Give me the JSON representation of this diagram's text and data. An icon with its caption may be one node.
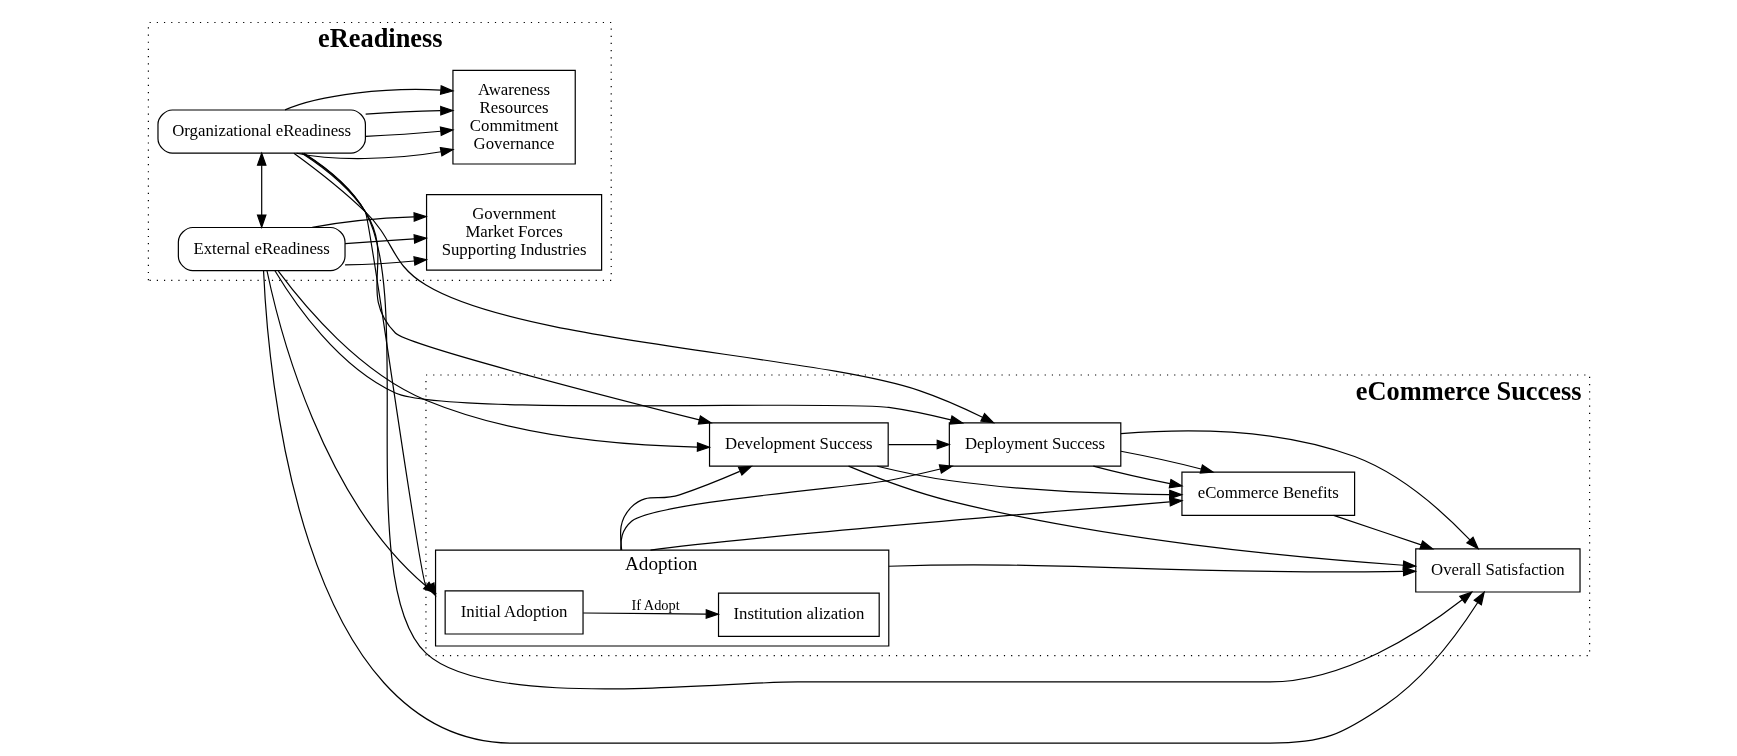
{
  "diagram": {
    "nodes": [
      {
        "text": [
          "eReadiness"
        ]
      },
      {
        "text": [
          "Awareness",
          "Resources",
          "Commitment",
          "Governance"
        ],
        "in": 0
      },
      {
        "text": [
          "Organizational eReadiness"
        ],
        "in": 0
      },
      {
        "text": [
          "Government",
          "Market Forces",
          "Supporting Industries"
        ],
        "in": 0
      },
      {
        "text": [
          "External eReadiness"
        ],
        "in": 0
      },
      {
        "text": [
          "eCommerce Success"
        ]
      },
      {
        "text": [
          "Adoption"
        ],
        "in": 5
      },
      {
        "text": [
          "Initial Adoption"
        ],
        "in": 6
      },
      {
        "text": [
          "Institution alization"
        ],
        "in": 6
      },
      {
        "text": [
          "Development Success"
        ],
        "in": 5
      },
      {
        "text": [
          "Deployment Success"
        ],
        "in": 5
      },
      {
        "text": [
          "eCommerce Benefits"
        ],
        "in": 5
      },
      {
        "text": [
          "Overall Satisfaction"
        ],
        "in": 5
      }
    ],
    "edges": [
      {
        "from": 2,
        "to": 1,
        "arrow": "to"
      },
      {
        "from": 2,
        "to": 1,
        "arrow": "to"
      },
      {
        "from": 2,
        "to": 1,
        "arrow": "to"
      },
      {
        "from": 2,
        "to": 1,
        "arrow": "to"
      },
      {
        "from": 2,
        "to": 4,
        "arrow": "both"
      },
      {
        "from": 4,
        "to": 3,
        "arrow": "to"
      },
      {
        "from": 4,
        "to": 3,
        "arrow": "to"
      },
      {
        "from": 4,
        "to": 3,
        "arrow": "to"
      },
      {
        "from": 2,
        "to": 6,
        "arrow": "to"
      },
      {
        "from": 2,
        "to": 9,
        "arrow": "to"
      },
      {
        "from": 4,
        "to": 6,
        "arrow": "to"
      },
      {
        "from": 4,
        "to": 9,
        "arrow": "to"
      },
      {
        "from": 7,
        "to": 8,
        "arrow": "to",
        "label": "If Adopt"
      },
      {
        "from": 6,
        "to": 9,
        "arrow": "to"
      },
      {
        "from": 9,
        "to": 10,
        "arrow": "to"
      },
      {
        "from": 10,
        "to": 11,
        "arrow": "to"
      },
      {
        "from": 11,
        "to": 12,
        "arrow": "to"
      },
      {
        "from": 2,
        "to": 10,
        "arrow": "to"
      },
      {
        "from": 2,
        "to": 12,
        "arrow": "to"
      },
      {
        "from": 6,
        "to": 10,
        "arrow": "to"
      },
      {
        "from": 6,
        "to": 11,
        "arrow": "to"
      },
      {
        "from": 6,
        "to": 12,
        "arrow": "to"
      },
      {
        "from": 10,
        "to": 11,
        "arrow": "to"
      },
      {
        "from": 10,
        "to": 12,
        "arrow": "to"
      },
      {
        "from": 9,
        "to": 11,
        "arrow": "to"
      },
      {
        "from": 9,
        "to": 12,
        "arrow": "to"
      },
      {
        "from": 4,
        "to": 10,
        "arrow": "to"
      },
      {
        "from": 4,
        "to": 12,
        "arrow": "to"
      }
    ]
  }
}
